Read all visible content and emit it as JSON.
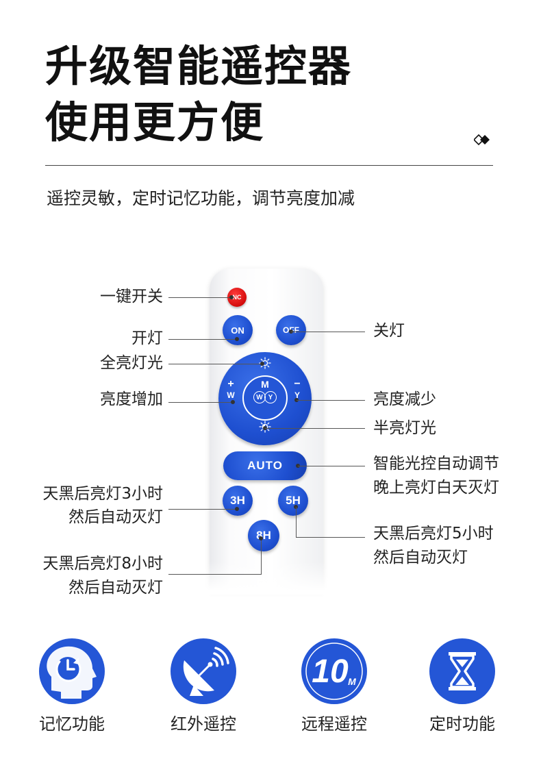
{
  "header": {
    "title_line1": "升级智能遥控器",
    "title_line2": "使用更方便",
    "subtitle": "遥控灵敏，定时记忆功能，调节亮度加减"
  },
  "remote": {
    "power_label": "NC",
    "on_label": "ON",
    "off_label": "OFF",
    "dpad": {
      "center_label": "M",
      "center_left": "W",
      "center_right": "Y",
      "plus": "+",
      "left_letter": "W",
      "minus": "−",
      "right_letter": "Y"
    },
    "auto_label": "AUTO",
    "timer_3h": "3H",
    "timer_5h": "5H",
    "timer_8h": "8H"
  },
  "callouts": {
    "power": "一键开关",
    "on": "开灯",
    "full_bright": "全亮灯光",
    "increase": "亮度增加",
    "off": "关灯",
    "decrease": "亮度减少",
    "half_bright": "半亮灯光",
    "auto_line1": "智能光控自动调节",
    "auto_line2": "晚上亮灯白天灭灯",
    "timer3_line1": "天黑后亮灯3小时",
    "timer3_line2": "然后自动灭灯",
    "timer5_line1": "天黑后亮灯5小时",
    "timer5_line2": "然后自动灭灯",
    "timer8_line1": "天黑后亮灯8小时",
    "timer8_line2": "然后自动灭灯"
  },
  "features": [
    {
      "label": "记忆功能",
      "icon": "head-clock-icon"
    },
    {
      "label": "红外遥控",
      "icon": "satellite-dish-icon"
    },
    {
      "label": "远程遥控",
      "icon": "ten-meter-icon",
      "icon_text": "10",
      "icon_unit": "M"
    },
    {
      "label": "定时功能",
      "icon": "hourglass-icon"
    }
  ],
  "colors": {
    "accent_blue": "#2456d6",
    "power_red": "#d40c0c",
    "text": "#222222"
  }
}
